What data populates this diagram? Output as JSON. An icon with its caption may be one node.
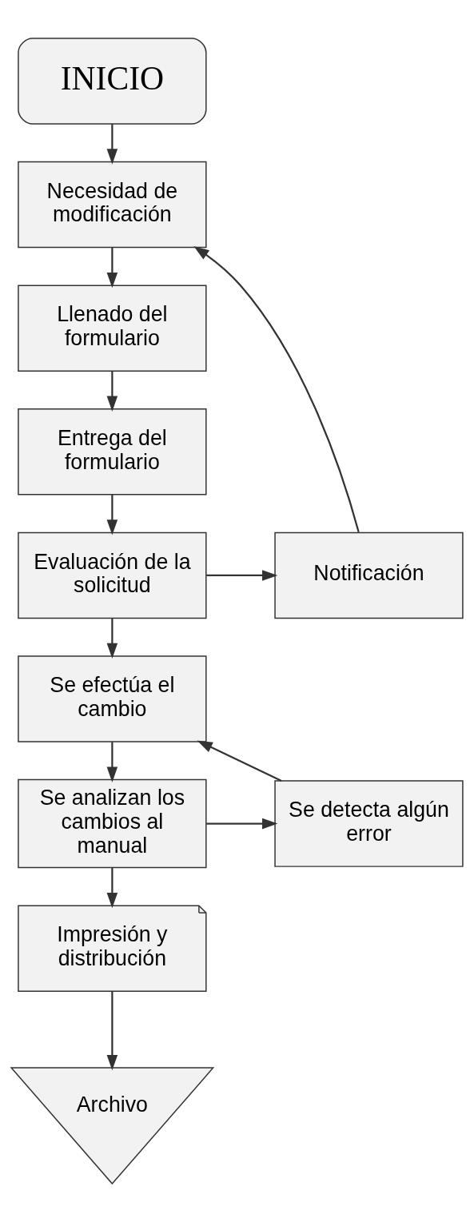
{
  "diagram": {
    "nodes": [
      {
        "text": [
          "INICIO"
        ]
      },
      {
        "text": [
          "Necesidad de modificación"
        ]
      },
      {
        "text": [
          "Llenado del formulario"
        ]
      },
      {
        "text": [
          "Entrega del formulario"
        ]
      },
      {
        "text": [
          "Evaluación de la solicitud"
        ]
      },
      {
        "text": [
          "Notificación"
        ]
      },
      {
        "text": [
          "Se efectúa el cambio"
        ]
      },
      {
        "text": [
          "Se analizan los cambios al manual"
        ]
      },
      {
        "text": [
          "Se detecta algún error"
        ]
      },
      {
        "text": [
          "Impresión y distribución"
        ]
      },
      {
        "text": [
          "Archivo"
        ]
      }
    ],
    "edges": [
      {
        "from": 0,
        "to": 1,
        "arrow": "to"
      },
      {
        "from": 1,
        "to": 2,
        "arrow": "to"
      },
      {
        "from": 2,
        "to": 3,
        "arrow": "to"
      },
      {
        "from": 3,
        "to": 4,
        "arrow": "to"
      },
      {
        "from": 4,
        "to": 5,
        "arrow": "to"
      },
      {
        "from": 5,
        "to": 1,
        "arrow": "to"
      },
      {
        "from": 4,
        "to": 6,
        "arrow": "to"
      },
      {
        "from": 6,
        "to": 7,
        "arrow": "to"
      },
      {
        "from": 7,
        "to": 8,
        "arrow": "to"
      },
      {
        "from": 8,
        "to": 6,
        "arrow": "to"
      },
      {
        "from": 7,
        "to": 9,
        "arrow": "to"
      },
      {
        "from": 9,
        "to": 10,
        "arrow": "to"
      }
    ]
  }
}
